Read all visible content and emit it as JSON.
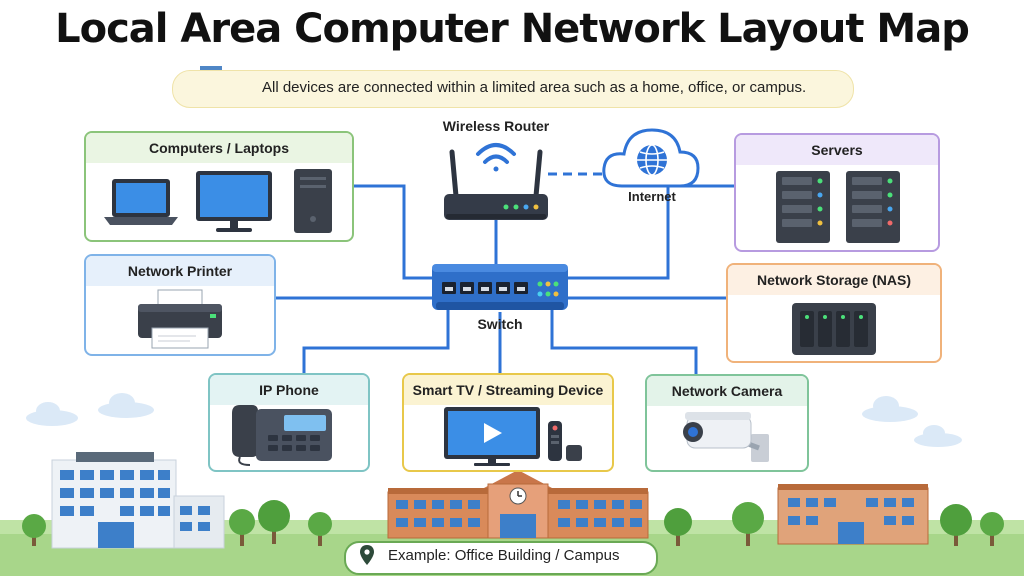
{
  "title": "Local Area Computer Network Layout Map",
  "subtitle": "All devices are connected within a limited area such as a home, office, or campus.",
  "footer": "Example: Office Building / Campus",
  "labels": {
    "router": "Wireless Router",
    "internet": "Internet",
    "switch": "Switch"
  },
  "cards": {
    "computers": "Computers / Laptops",
    "printer": "Network Printer",
    "servers": "Servers",
    "nas": "Network Storage (NAS)",
    "phone": "IP Phone",
    "tv": "Smart TV / Streaming Device",
    "camera": "Network Camera"
  },
  "colors": {
    "link": "#2f73d6",
    "computers_border": "#8bc47a",
    "printer_border": "#7fb3e8",
    "servers_border": "#b79be0",
    "nas_border": "#f0b27a",
    "phone_border": "#7fc4c4",
    "tv_border": "#e8c84a",
    "camera_border": "#7fc49a"
  }
}
